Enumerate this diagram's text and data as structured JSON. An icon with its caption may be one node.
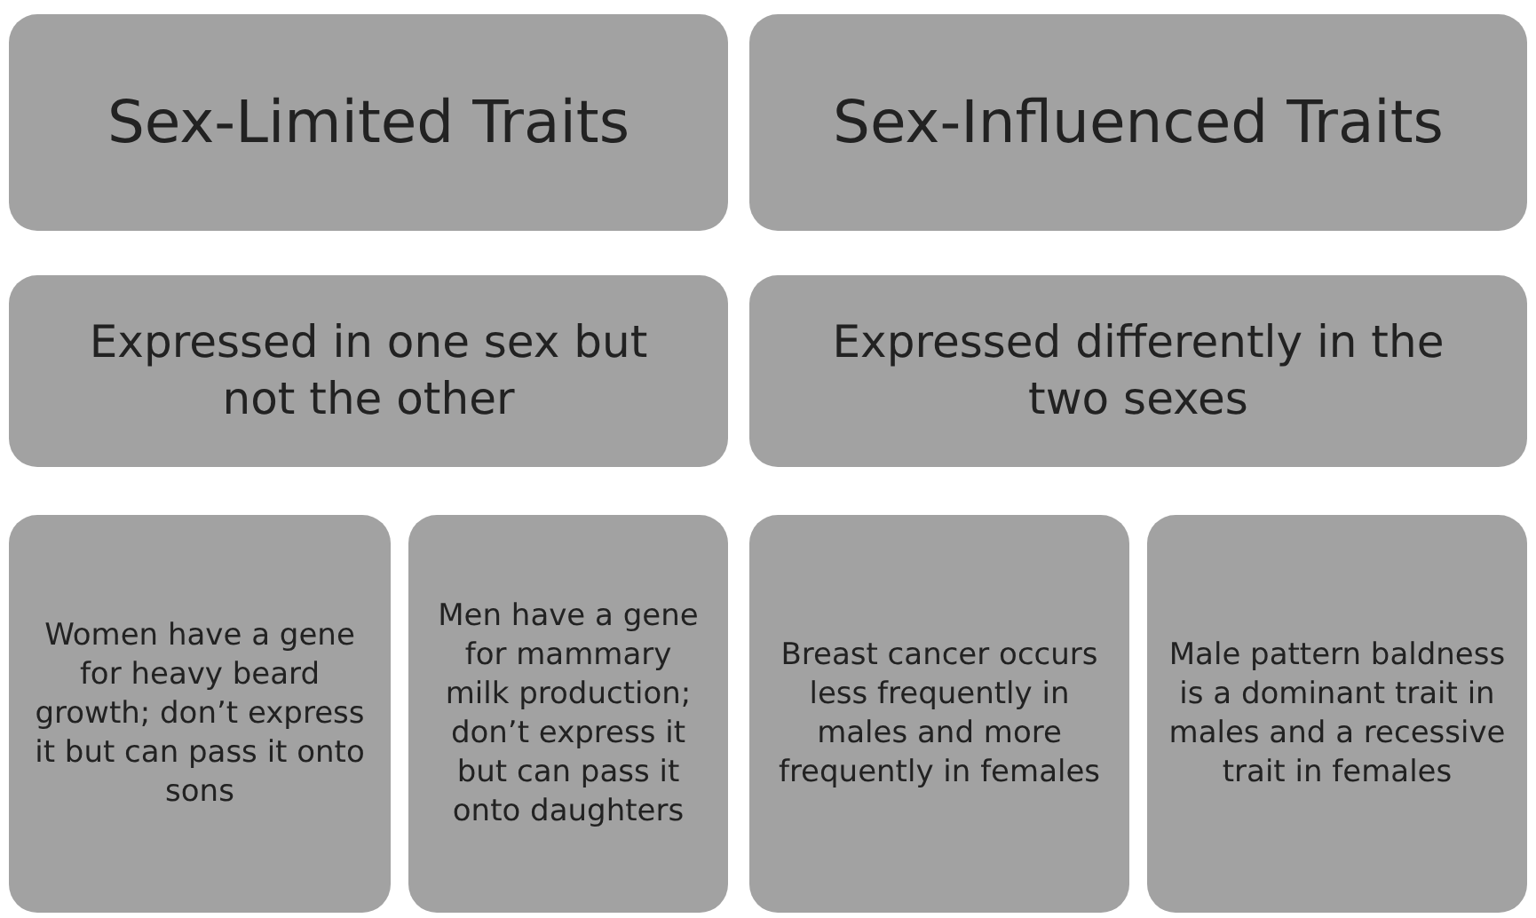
{
  "diagram": {
    "nodes": [
      {
        "text": [
          "Sex-Limited Traits"
        ]
      },
      {
        "text": [
          "Sex-Influenced Traits"
        ]
      },
      {
        "text": [
          "Expressed in one sex but not the other"
        ]
      },
      {
        "text": [
          "Expressed differently in the two sexes"
        ]
      },
      {
        "text": [
          "Women have a gene for heavy beard growth; don’t express it but can pass it onto sons"
        ]
      },
      {
        "text": [
          "Men have a gene for mammary milk production; don’t express it but can pass it onto daughters"
        ]
      },
      {
        "text": [
          "Breast cancer occurs less frequently in males and more frequently in females"
        ]
      },
      {
        "text": [
          "Male pattern baldness is a dominant trait in males and a recessive trait in females"
        ]
      }
    ]
  }
}
